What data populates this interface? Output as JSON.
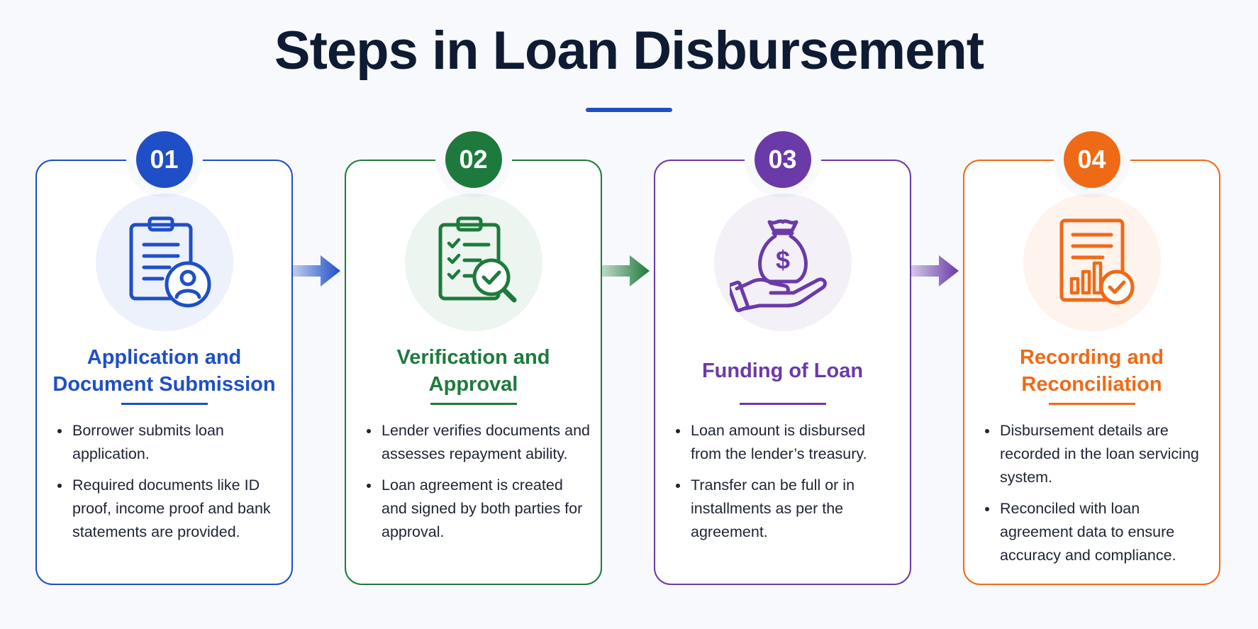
{
  "title": "Steps in Loan Disbursement",
  "steps": [
    {
      "number": "01",
      "title": "Application and Document Submission",
      "color": "#1f4fc6",
      "icon": "clipboard-user-icon",
      "bullets": [
        "Borrower submits loan application.",
        "Required documents like ID proof, income proof and bank statements are provided."
      ]
    },
    {
      "number": "02",
      "title": "Verification and Approval",
      "color": "#1e7a3c",
      "icon": "checklist-magnifier-icon",
      "bullets": [
        "Lender verifies documents and assesses repayment ability.",
        "Loan agreement is created and signed by both parties for approval."
      ]
    },
    {
      "number": "03",
      "title": "Funding of Loan",
      "color": "#6a3aa8",
      "icon": "money-bag-hand-icon",
      "bullets": [
        "Loan amount is disbursed from the lender’s treasury.",
        "Transfer can be full or in installments as per the agreement."
      ]
    },
    {
      "number": "04",
      "title": "Recording and Reconciliation",
      "color": "#ef6a17",
      "icon": "report-chart-check-icon",
      "bullets": [
        "Disbursement details are recorded in the loan servicing system.",
        "Reconciled with loan agreement data to ensure accuracy and compliance."
      ]
    }
  ]
}
